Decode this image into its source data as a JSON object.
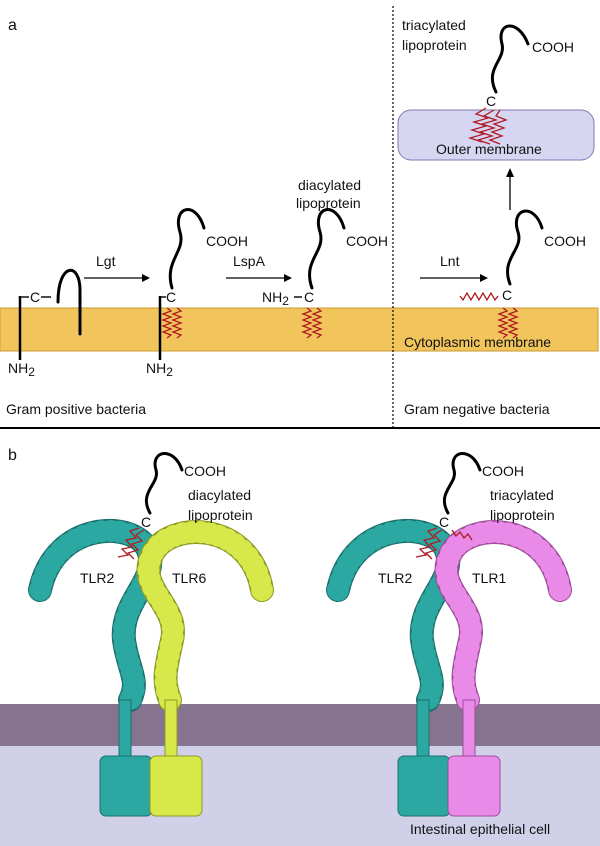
{
  "panel_a": {
    "letter": "a",
    "arrows": {
      "lgt": "Lgt",
      "lspa": "LspA",
      "lnt": "Lnt"
    },
    "atoms": {
      "cys": "C",
      "cooh": "COOH",
      "nh2_prefix": "NH",
      "nh2_sub": "2"
    },
    "labels": {
      "diacylated_line1": "diacylated",
      "diacylated_line2": "lipoprotein",
      "triacylated_line1": "triacylated",
      "triacylated_line2": "lipoprotein",
      "outer_membrane": "Outer membrane",
      "cytoplasmic_membrane": "Cytoplasmic membrane",
      "gram_positive": "Gram positive bacteria",
      "gram_negative": "Gram negative bacteria"
    },
    "colors": {
      "cytoplasmic_membrane": "#f2c55c",
      "outer_membrane": "#d6d6f2",
      "acyl_chain": "#b01b22"
    }
  },
  "panel_b": {
    "letter": "b",
    "left": {
      "ligand_line1": "diacylated",
      "ligand_line2": "lipoprotein",
      "receptor_a": "TLR2",
      "receptor_b": "TLR6"
    },
    "right": {
      "ligand_line1": "triacylated",
      "ligand_line2": "lipoprotein",
      "receptor_a": "TLR2",
      "receptor_b": "TLR1"
    },
    "cell_label": "Intestinal epithelial cell",
    "colors": {
      "tlr2": "#2aa8a1",
      "tlr6": "#d6e84a",
      "tlr1": "#ea8ae8",
      "membrane": "#85738f",
      "cytoplasm": "#d0d0e8"
    }
  }
}
